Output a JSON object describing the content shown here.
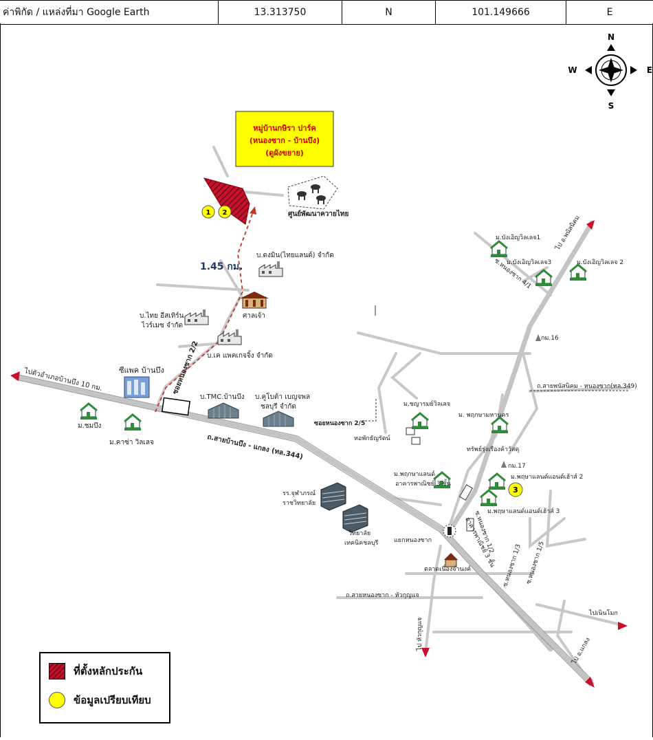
{
  "header": {
    "coord_label": "ค่าพิกัด / แหล่งที่มา Google Earth",
    "latitude": "13.313750",
    "lat_dir": "N",
    "longitude": "101.149666",
    "lon_dir": "E"
  },
  "compass": {
    "n": "N",
    "s": "S",
    "e": "E",
    "w": "W"
  },
  "title_box": {
    "line1": "หมู่บ้านกษิรา ปาร์ค",
    "line2": "(หนองซาก - บ้านบึง)",
    "line3": "(ดูผังขยาย)"
  },
  "markers": {
    "m1": "1",
    "m2": "2",
    "m3": "3"
  },
  "distance": "1.45 กม.",
  "labels": {
    "buffalo": "ศูนย์พัฒนาควายไทย",
    "ban1": "ม.บังเอิญวิลเลจ1",
    "ban3": "ม.บังเอิญวิลเลจ3",
    "ban2": "ม.บังเอิญวิลเลจ 2",
    "soi41": "ซ.หนองซาก 4/1",
    "to_phanat": "ไป อ.พนัสนิคม",
    "km16": "กม.16",
    "dongmin_1": "บ.ดงมิน(ไทยแลนด์) จำกัด",
    "shrine": "ศาลเจ้า",
    "thaieast_1": "บ.ไทย อีสเทิร์น",
    "thaieast_2": "ไวร์เมซ จำกัด",
    "soi22": "ซอยหนองซาก 2/2",
    "kpack": "บ.เค แพคเกจจิ้ง จำกัด",
    "to_banbueng": "ไปตัวอำเภอบ้านบึง 10 กม.",
    "cpack": "ซีแพค บ้านบึง",
    "chombueng": "ม.ชมบึง",
    "kasa": "ม.คาซ่า วิลเลจ",
    "tmc": "บ.TMC.บ้านบึง",
    "kubota_1": "บ.คูโบต้า เบญจพล",
    "kubota_2": "ชลบุรี จำกัด",
    "road344": "ถ.สายบ้านบึง - แกลง (ทล.344)",
    "chayaram": "ม.ชญารมย์วิลเลจ",
    "soi25": "ซอยหนองซาก 2/5",
    "phruksa_nakorn": "ม. พฤกษามหานคร",
    "road349": "ถ.สายพนัสนิคม - หนองซาก(ทล.349)",
    "dorm": "หอพักธัญรัตน์",
    "shop_mat": "ทรัพย์รุ่งเรืองค้าวัสดุ",
    "km17": "กม.17",
    "phruksa_land": "ม.พฤกษาแลนด์",
    "shop3_a": "อาคารพาณิชย์ 3 ชั้น",
    "phruksa_ah2": "ม.พฤษาแลนด์แอนด์เฮ้าส์ 2",
    "phruksa_ah3": "ม.พฤษาแลนด์แอนด์เฮ้าส์ 3",
    "school_1": "รร.จุฬาภรณ์",
    "school_2": "ราชวิทยาลัย",
    "college_1": "วิทยาลัย",
    "college_2": "เทคนิคชลบุรี",
    "junction": "แยกหนองซาก",
    "soi12": "ซ.หนองซาก 1/2",
    "shop3_b": "อาคารพาณิชย์ 3 ชั้น",
    "soi13": "ซ.หนองซาก 1/3",
    "soi15": "ซ.หนองซาก 1/5",
    "market": "ตลาดเนื่องจำนงค์",
    "road_hua": "ถ.สายหนองซาก - หัวกุญแจ",
    "to_nernmok": "ไปเนินโมก",
    "to_hua": "ไป หัวกุญแจ",
    "to_klaeng": "ไป อ.แกลง"
  },
  "legend": {
    "collateral": "ที่ตั้งหลักประกัน",
    "comparison": "ข้อมูลเปรียบเทียบ"
  },
  "colors": {
    "road": "#c8c8c8",
    "collateral": "#c8102e",
    "marker": "#ffff00",
    "title_box": "#ffff00",
    "title_text": "#d00000",
    "route": "#c0392b",
    "house_green": "#2e8b3a"
  }
}
